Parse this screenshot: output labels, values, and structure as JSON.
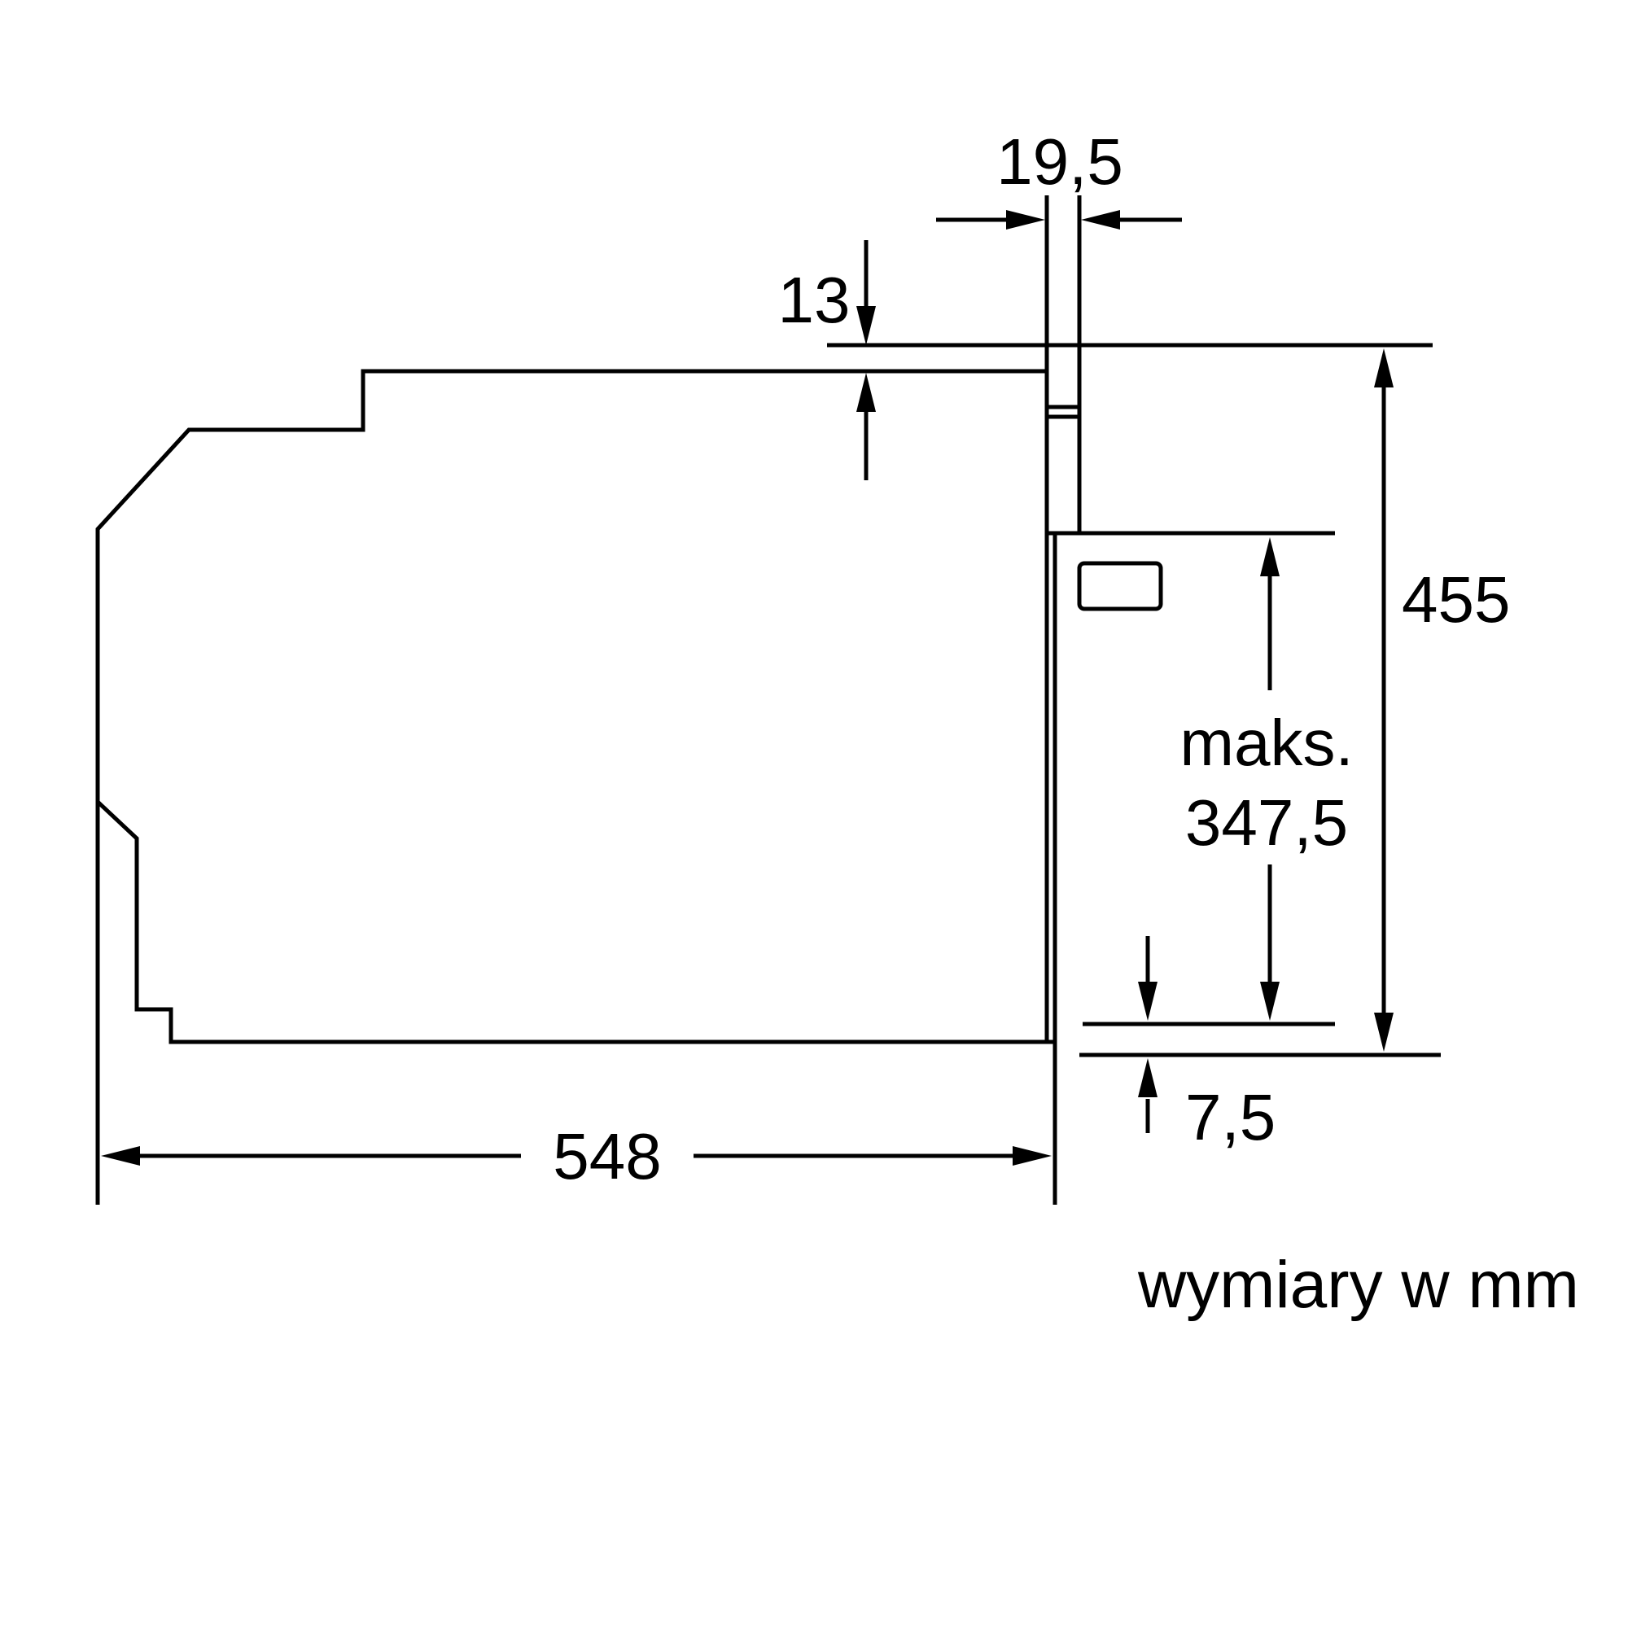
{
  "diagram": {
    "title": "built-in-oven-installation-dimension-drawing",
    "dims": {
      "top_gap": "19,5",
      "top_offset": "13",
      "niche_height": "455",
      "max_label": "maks.",
      "max_value": "347,5",
      "bottom_gap": "7,5",
      "depth": "548"
    },
    "footer": "wymiary w mm",
    "colors": {
      "line": "#000000",
      "background": "#ffffff"
    }
  }
}
